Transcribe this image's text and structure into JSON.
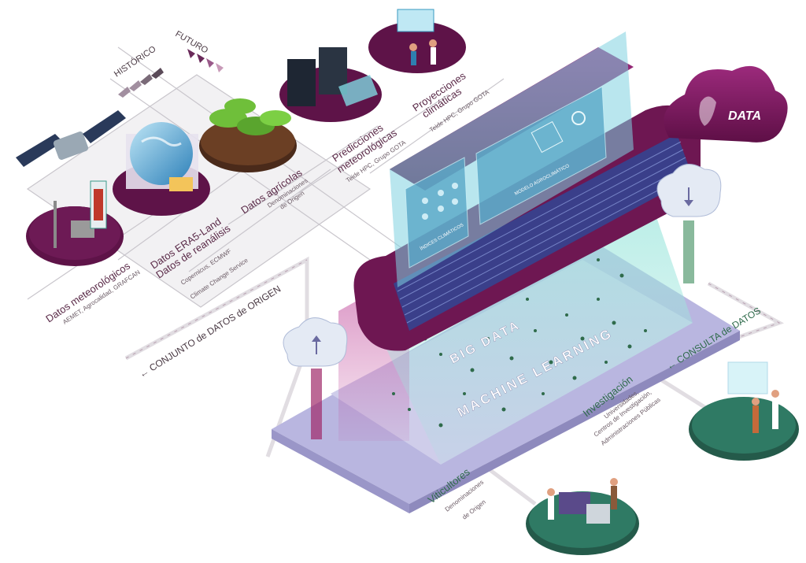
{
  "timeline": {
    "historico": "HISTÓRICO",
    "futuro": "FUTURO"
  },
  "sources": [
    {
      "title": "Datos meteorológicos",
      "subtitle": "AEMET, Agrocalidad, GRAFCAN"
    },
    {
      "title_line1": "Datos ERA5-Land",
      "title_line2": "Datos de reanálisis",
      "subtitle_line1": "Copernicus, ECMWF",
      "subtitle_line2": "Climate Change Service"
    },
    {
      "title": "Datos agrícolas",
      "subtitle_line1": "Denominaciones",
      "subtitle_line2": "de Origen"
    },
    {
      "title_line1": "Predicciones",
      "title_line2": "meteorológicas",
      "subtitle": "Teide HPC, Grupo GOTA"
    },
    {
      "title_line1": "Proyecciones",
      "title_line2": "climáticas",
      "subtitle": "Teide HPC, Grupo GOTA"
    }
  ],
  "screens": {
    "indices": "ÍNDICES CLIMÁTICOS",
    "modelo": "MODELO AGROCLIMÁTICO"
  },
  "cloud": {
    "logo": "DATA"
  },
  "platform": {
    "big_data": "BIG DATA",
    "machine_learning": "MACHINE LEARNING"
  },
  "flows": {
    "conjunto": "← CONJUNTO de DATOS de ORIGEN",
    "consulta": "← CONSULTA de DATOS"
  },
  "users": {
    "investigacion": {
      "title": "Investigación",
      "sub1": "Universidades,",
      "sub2": "Centros de Investigación,",
      "sub3": "Administraciones Públicas"
    },
    "viticultores": {
      "title": "Viticultores",
      "sub1": "Denominaciones",
      "sub2": "de Origen"
    }
  },
  "colors": {
    "magenta": "#7a1a5e",
    "teal": "#2f6b5b",
    "light_teal": "#8fd6d0",
    "lavender": "#b9b6e0"
  }
}
